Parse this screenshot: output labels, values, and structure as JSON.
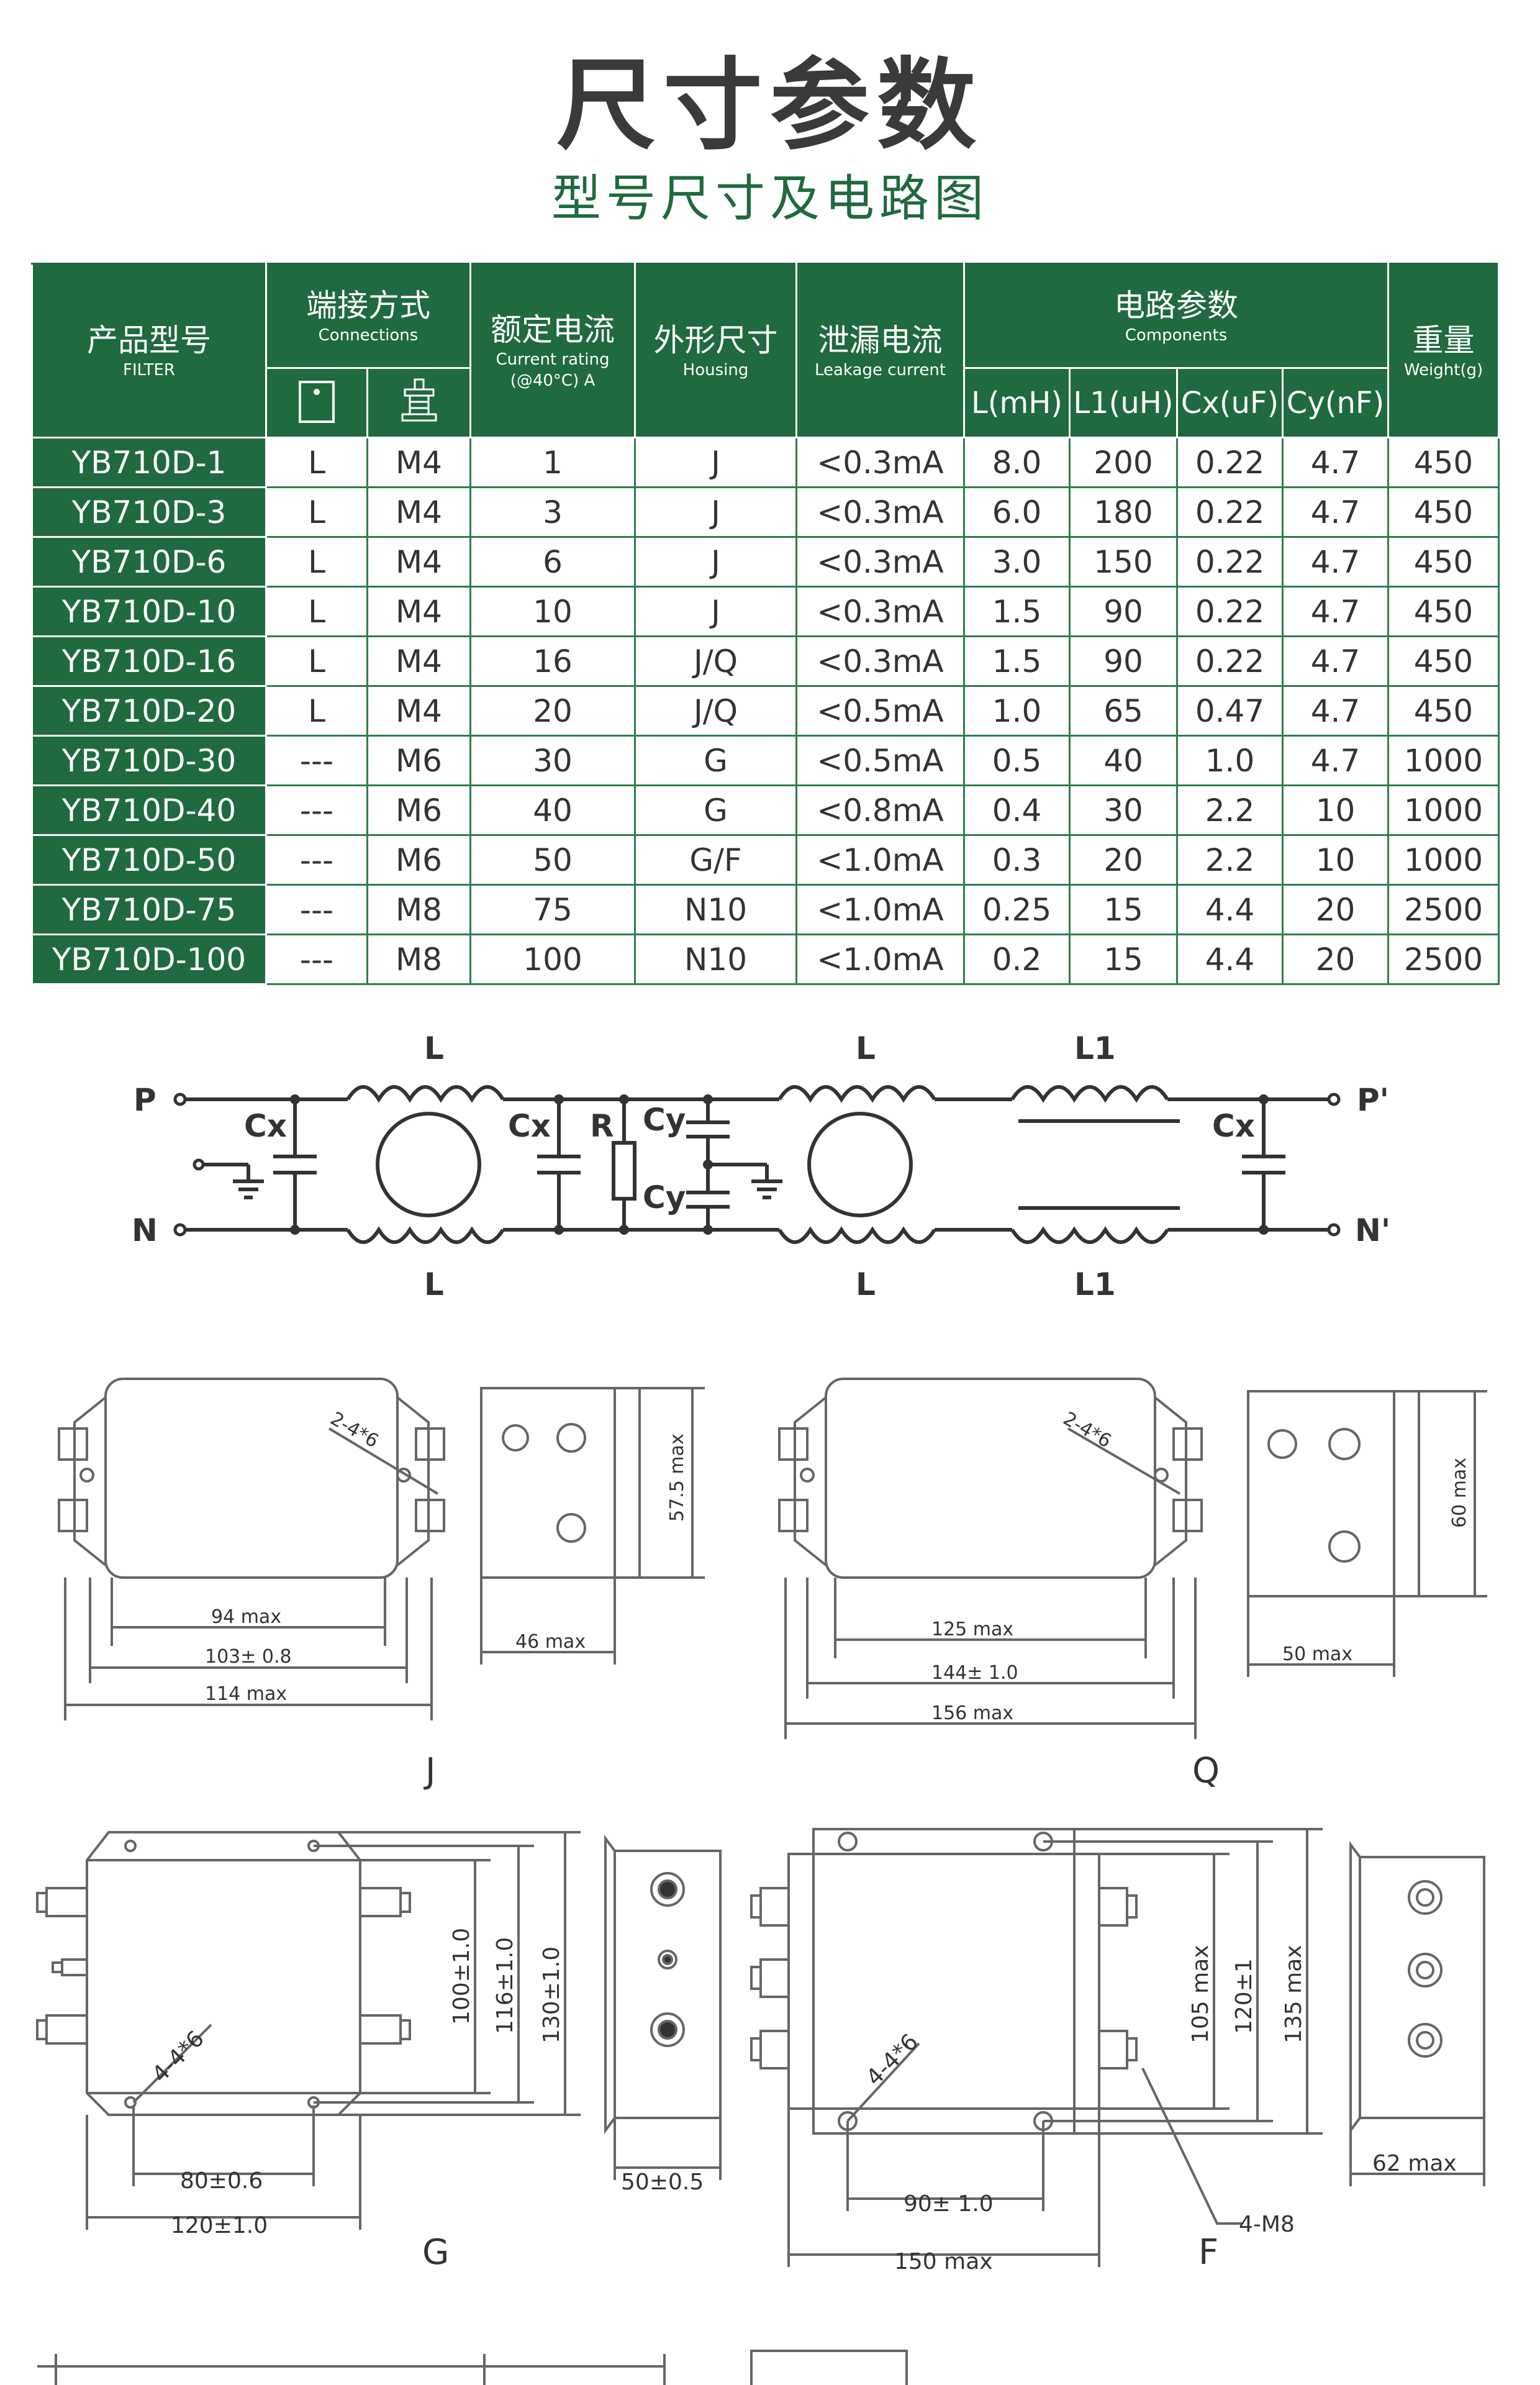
{
  "page": {
    "title": "尺寸参数",
    "subtitle": "型号尺寸及电路图"
  },
  "table": {
    "headers": {
      "model": {
        "cn": "产品型号",
        "en": "FILTER"
      },
      "connections": {
        "cn": "端接方式",
        "en": "Connections"
      },
      "current": {
        "cn": "额定电流",
        "en": "Current rating",
        "en2": "(@40°C)  A"
      },
      "housing": {
        "cn": "外形尺寸",
        "en": "Housing"
      },
      "leakage": {
        "cn": "泄漏电流",
        "en": "Leakage current"
      },
      "components": {
        "cn": "电路参数",
        "en": "Components"
      },
      "weight": {
        "cn": "重量",
        "en": "Weight(g)"
      },
      "sub": [
        "L(mH)",
        "L1(uH)",
        "Cx(uF)",
        "Cy(nF)"
      ]
    },
    "rows": [
      {
        "model": "YB710D-1",
        "c1": "L",
        "c2": "M4",
        "current": "1",
        "housing": "J",
        "leakage": "<0.3mA",
        "l": "8.0",
        "l1": "200",
        "cx": "0.22",
        "cy": "4.7",
        "weight": "450"
      },
      {
        "model": "YB710D-3",
        "c1": "L",
        "c2": "M4",
        "current": "3",
        "housing": "J",
        "leakage": "<0.3mA",
        "l": "6.0",
        "l1": "180",
        "cx": "0.22",
        "cy": "4.7",
        "weight": "450"
      },
      {
        "model": "YB710D-6",
        "c1": "L",
        "c2": "M4",
        "current": "6",
        "housing": "J",
        "leakage": "<0.3mA",
        "l": "3.0",
        "l1": "150",
        "cx": "0.22",
        "cy": "4.7",
        "weight": "450"
      },
      {
        "model": "YB710D-10",
        "c1": "L",
        "c2": "M4",
        "current": "10",
        "housing": "J",
        "leakage": "<0.3mA",
        "l": "1.5",
        "l1": "90",
        "cx": "0.22",
        "cy": "4.7",
        "weight": "450"
      },
      {
        "model": "YB710D-16",
        "c1": "L",
        "c2": "M4",
        "current": "16",
        "housing": "J/Q",
        "leakage": "<0.3mA",
        "l": "1.5",
        "l1": "90",
        "cx": "0.22",
        "cy": "4.7",
        "weight": "450"
      },
      {
        "model": "YB710D-20",
        "c1": "L",
        "c2": "M4",
        "current": "20",
        "housing": "J/Q",
        "leakage": "<0.5mA",
        "l": "1.0",
        "l1": "65",
        "cx": "0.47",
        "cy": "4.7",
        "weight": "450"
      },
      {
        "model": "YB710D-30",
        "c1": "---",
        "c2": "M6",
        "current": "30",
        "housing": "G",
        "leakage": "<0.5mA",
        "l": "0.5",
        "l1": "40",
        "cx": "1.0",
        "cy": "4.7",
        "weight": "1000"
      },
      {
        "model": "YB710D-40",
        "c1": "---",
        "c2": "M6",
        "current": "40",
        "housing": "G",
        "leakage": "<0.8mA",
        "l": "0.4",
        "l1": "30",
        "cx": "2.2",
        "cy": "10",
        "weight": "1000"
      },
      {
        "model": "YB710D-50",
        "c1": "---",
        "c2": "M6",
        "current": "50",
        "housing": "G/F",
        "leakage": "<1.0mA",
        "l": "0.3",
        "l1": "20",
        "cx": "2.2",
        "cy": "10",
        "weight": "1000"
      },
      {
        "model": "YB710D-75",
        "c1": "---",
        "c2": "M8",
        "current": "75",
        "housing": "N10",
        "leakage": "<1.0mA",
        "l": "0.25",
        "l1": "15",
        "cx": "4.4",
        "cy": "20",
        "weight": "2500"
      },
      {
        "model": "YB710D-100",
        "c1": "---",
        "c2": "M8",
        "current": "100",
        "housing": "N10",
        "leakage": "<1.0mA",
        "l": "0.2",
        "l1": "15",
        "cx": "4.4",
        "cy": "20",
        "weight": "2500"
      }
    ]
  },
  "circuit": {
    "labels": {
      "p": "P",
      "n": "N",
      "p_out": "P'",
      "n_out": "N'",
      "l": "L",
      "l1": "L1",
      "cx": "Cx",
      "cy": "Cy",
      "r": "R"
    }
  },
  "drawings": {
    "j": {
      "name": "J",
      "hole": "2-4*6",
      "h": "57.5 max",
      "w1": "94 max",
      "w2": "103± 0.8",
      "w3": "114 max",
      "side_w": "46 max"
    },
    "q": {
      "name": "Q",
      "hole": "2-4*6",
      "h": "60 max",
      "w1": "125 max",
      "w2": "144± 1.0",
      "w3": "156 max",
      "side_w": "50 max"
    },
    "g": {
      "name": "G",
      "hole": "4-4*6",
      "h1": "100±1.0",
      "h2": "116±1.0",
      "h3": "130±1.0",
      "w1": "80±0.6",
      "w2": "120±1.0",
      "side_w": "50±0.5"
    },
    "f": {
      "name": "F",
      "hole": "4-4*6",
      "h1": "105 max",
      "h2": "120±1",
      "h3": "135 max",
      "w1": "90± 1.0",
      "w2": "150 max",
      "side_w": "62 max",
      "stud": "4-M8"
    }
  }
}
